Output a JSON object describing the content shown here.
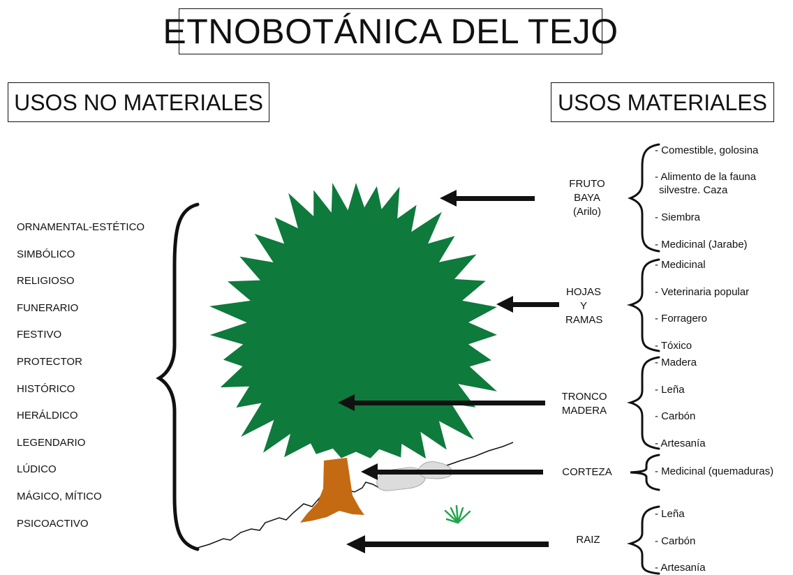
{
  "title": "ETNOBOTÁNICA DEL TEJO",
  "left_header": "USOS NO MATERIALES",
  "right_header": "USOS MATERIALES",
  "non_material_uses": [
    "ORNAMENTAL-ESTÉTICO",
    "SIMBÓLICO",
    "RELIGIOSO",
    "FUNERARIO",
    "FESTIVO",
    "PROTECTOR",
    "HISTÓRICO",
    "HERÁLDICO",
    "LEGENDARIO",
    "LÚDICO",
    "MÁGICO, MÍTICO",
    "PSICOACTIVO"
  ],
  "parts": [
    {
      "label_lines": [
        "FRUTO",
        "BAYA",
        "(Arilo)"
      ],
      "uses": [
        "- Comestible, golosina",
        "- Alimento de la fauna",
        "silvestre. Caza",
        "- Siembra",
        "- Medicinal (Jarabe)"
      ]
    },
    {
      "label_lines": [
        "HOJAS",
        "Y",
        "RAMAS"
      ],
      "uses": [
        "- Medicinal",
        "- Veterinaria popular",
        "- Forragero",
        "- Tóxico"
      ]
    },
    {
      "label_lines": [
        "TRONCO",
        "MADERA"
      ],
      "uses": [
        "- Madera",
        "- Leña",
        "- Carbón",
        "- Artesanía"
      ]
    },
    {
      "label_lines": [
        "CORTEZA"
      ],
      "uses": [
        "- Medicinal (quemaduras)"
      ]
    },
    {
      "label_lines": [
        "RAIZ"
      ],
      "uses": [
        "- Leña",
        "- Carbón",
        "- Artesanía"
      ]
    }
  ],
  "colors": {
    "foliage": "#0e7a3c",
    "trunk": "#c46a12",
    "rock": "#dcdcdc",
    "grass": "#1fa64a",
    "ink": "#111111"
  }
}
